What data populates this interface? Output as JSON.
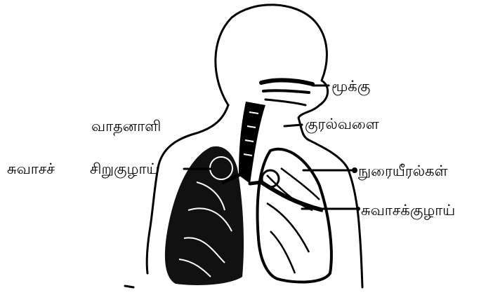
{
  "diagram": {
    "labels": {
      "nose": "மூக்கு",
      "larynx": "குரல்வளை",
      "trachea": "வாதனாளி",
      "bronchiole_part1": "சுவாசச்",
      "bronchiole_part2": "சிறுகுழாய்",
      "lungs": "நுரையீரல்கள்",
      "bronchus": "சுவாசக்குழாய்"
    },
    "colors": {
      "ink": "#000000",
      "background": "#ffffff"
    }
  }
}
